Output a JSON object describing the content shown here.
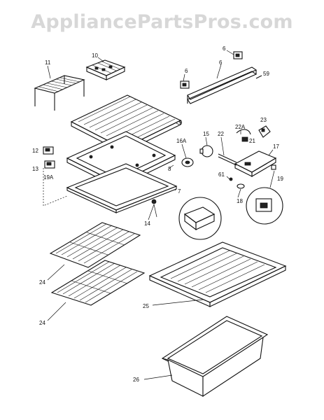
{
  "watermark": "AppliancePartsPros.com",
  "labels": {
    "l11": "11",
    "l10": "10",
    "l6a": "6",
    "l6b": "6",
    "l6c": "6",
    "l59": "59",
    "l9": "9",
    "l12": "12",
    "l13": "13",
    "l19a": "19A",
    "l8": "8",
    "l7": "7",
    "l16a": "16A",
    "l15": "15",
    "l22a": "22A",
    "l23": "23",
    "l22": "22",
    "l21": "21",
    "l17": "17",
    "l61": "61",
    "l19": "19",
    "l18": "18",
    "l14": "14",
    "l24a": "24",
    "l24b": "24",
    "l25": "25",
    "l26": "26"
  }
}
